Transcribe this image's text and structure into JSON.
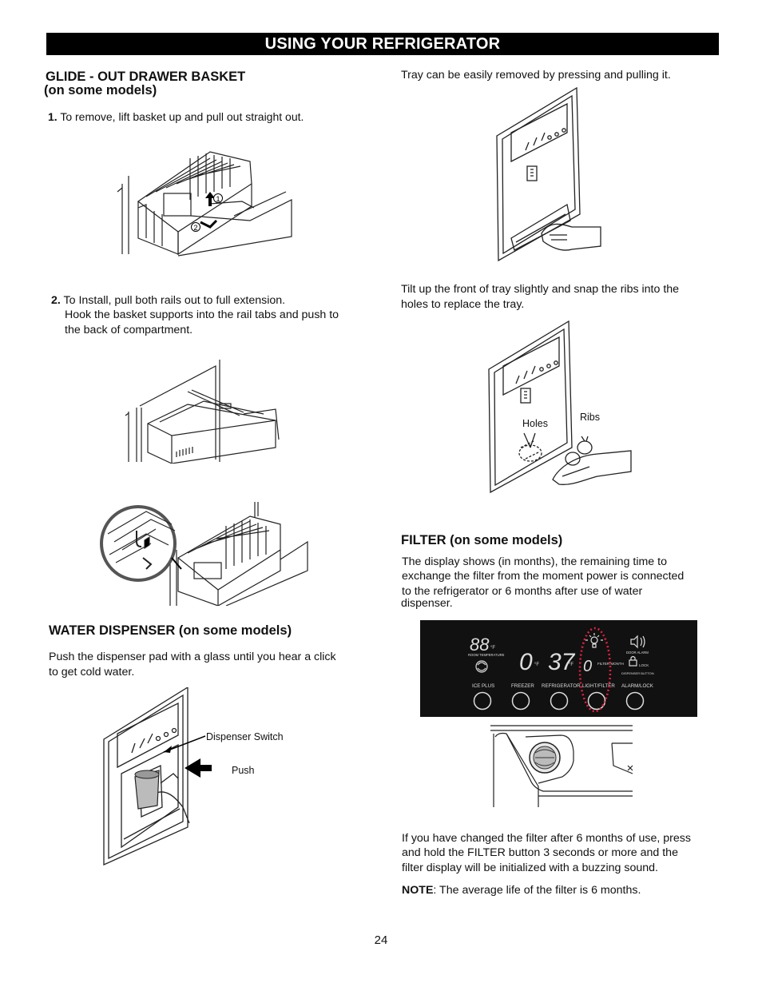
{
  "header": {
    "title": "USING YOUR REFRIGERATOR"
  },
  "glide": {
    "heading_line1": "GLIDE - OUT DRAWER BASKET",
    "heading_line2": "(on some models)",
    "step1_num": "1.",
    "step1_text": "To remove, lift basket up and pull out straight out.",
    "step2_num": "2.",
    "step2_line1": "To Install, pull both rails out to full extension.",
    "step2_line2": "Hook the basket supports into the rail tabs and push to",
    "step2_line3": "the back of compartment.",
    "callout1": "1",
    "callout2": "2"
  },
  "water": {
    "heading": "WATER DISPENSER (on some models)",
    "line1": "Push the dispenser pad with a glass until you hear a click",
    "line2": "to get cold water.",
    "label_switch": "Dispenser Switch",
    "label_push": "Push"
  },
  "tray": {
    "remove_text": "Tray can be easily removed by pressing and pulling it.",
    "replace_line1": "Tilt up the front of tray slightly and snap the ribs into the",
    "replace_line2": "holes to replace the tray.",
    "label_holes": "Holes",
    "label_ribs": "Ribs"
  },
  "filter": {
    "heading": "FILTER (on some models)",
    "line1": "The display shows (in months), the remaining time to",
    "line2": "exchange the filter from the moment power is connected",
    "line3": "to the refrigerator or 6 months after use of water",
    "line4": "dispenser.",
    "panel": {
      "freezer_temp": "88",
      "unit": "°F",
      "fridge_temp_a": "0",
      "fridge_temp_b": "37",
      "filter_digit": "0",
      "label_room_temp": "ROOM TEMPERATURE",
      "label_filter_month": "FILTER MONTH",
      "label_door_alarm": "DOOR ALARM",
      "label_lock": "LOCK",
      "label_dispenser_button": "DISPENSER BUTTON",
      "label_ice_plus": "ICE PLUS",
      "label_freezer": "FREEZER",
      "label_refrigerator": "REFRIGERATOR",
      "label_light_filter": "LIGHT/FILTER",
      "label_alarm_lock": "ALARM/LOCK"
    },
    "after_line1": "If you have changed the filter after 6 months of use, press",
    "after_line2": "and hold the FILTER button 3 seconds or more and the",
    "after_line3": "filter display will be initialized with a buzzing sound.",
    "note_label": "NOTE",
    "note_text": ": The average life of the filter is 6 months."
  },
  "page_number": "24"
}
